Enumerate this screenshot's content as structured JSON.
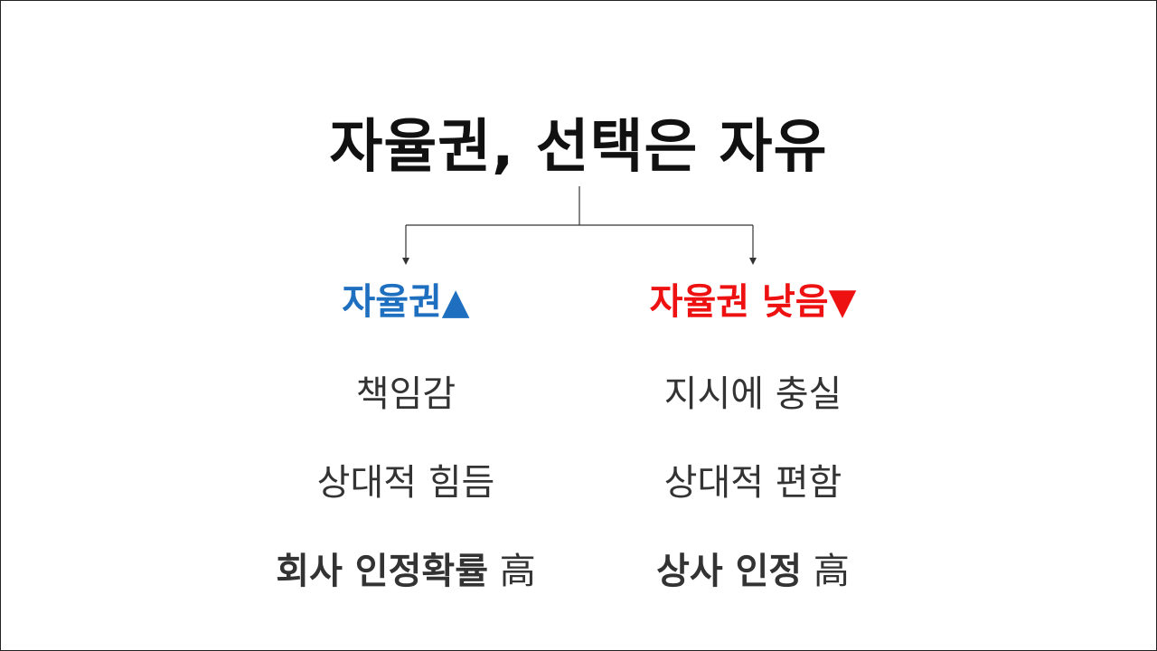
{
  "title": "자율권, 선택은 자유",
  "left": {
    "heading": "자율권▲",
    "heading_color": "#1f6fc0",
    "items": [
      "책임감",
      "상대적 힘듬"
    ],
    "item3_bold": "회사 인정확률",
    "item3_suffix": "高"
  },
  "right": {
    "heading": "자율권 낮음▼",
    "heading_color": "#ee1111",
    "items": [
      "지시에 충실",
      "상대적 편함"
    ],
    "item3_bold": "상사 인정",
    "item3_suffix": "高"
  },
  "colors": {
    "text": "#333333",
    "title": "#111111",
    "line": "#333333"
  }
}
